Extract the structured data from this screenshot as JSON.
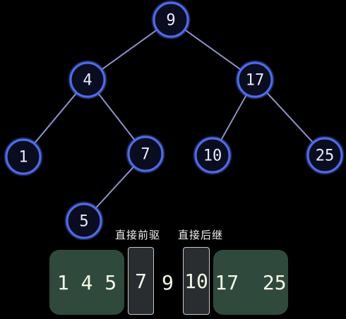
{
  "tree": {
    "nodes": [
      {
        "id": "n9",
        "label": "9"
      },
      {
        "id": "n4",
        "label": "4"
      },
      {
        "id": "n17",
        "label": "17"
      },
      {
        "id": "n1",
        "label": "1"
      },
      {
        "id": "n7",
        "label": "7"
      },
      {
        "id": "n10",
        "label": "10"
      },
      {
        "id": "n25",
        "label": "25"
      },
      {
        "id": "n5",
        "label": "5"
      }
    ],
    "edges": [
      [
        "n9",
        "n4"
      ],
      [
        "n9",
        "n17"
      ],
      [
        "n4",
        "n1"
      ],
      [
        "n4",
        "n7"
      ],
      [
        "n7",
        "n5"
      ],
      [
        "n17",
        "n10"
      ],
      [
        "n17",
        "n25"
      ]
    ]
  },
  "labels": {
    "predecessor": "直接前驱",
    "successor": "直接后继"
  },
  "sequence": {
    "left_group": "1 4 5",
    "predecessor_value": "7",
    "current_value": "9",
    "successor_value": "10",
    "right_group": "17  25"
  },
  "colors": {
    "node_stroke": "#4f6be8",
    "edge": "#8b93c9",
    "group_fill": "#2f4a3d",
    "highlight_fill": "#2a2d30",
    "background": "#000000"
  }
}
